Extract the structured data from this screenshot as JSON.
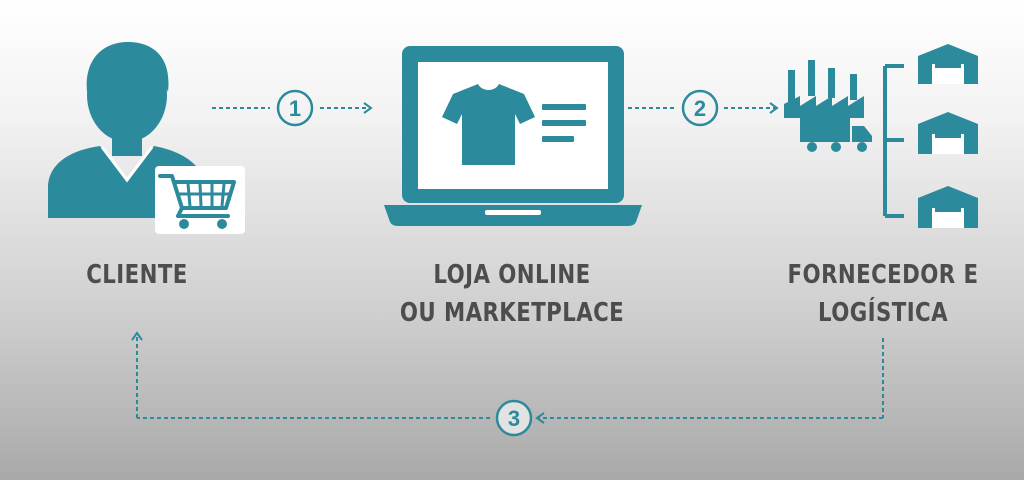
{
  "colors": {
    "accent": "#2b8a9b",
    "label": "#4d4d4d"
  },
  "nodes": {
    "cliente": {
      "label": "CLIENTE"
    },
    "loja": {
      "line1": "LOJA ONLINE",
      "line2": "OU MARKETPLACE"
    },
    "fornecedor": {
      "line1": "FORNECEDOR E",
      "line2": "LOGÍSTICA"
    }
  },
  "steps": [
    "1",
    "2",
    "3"
  ],
  "icons": [
    "user-icon",
    "shopping-cart-icon",
    "laptop-icon",
    "tshirt-icon",
    "factory-icon",
    "truck-icon",
    "warehouse-icon"
  ]
}
